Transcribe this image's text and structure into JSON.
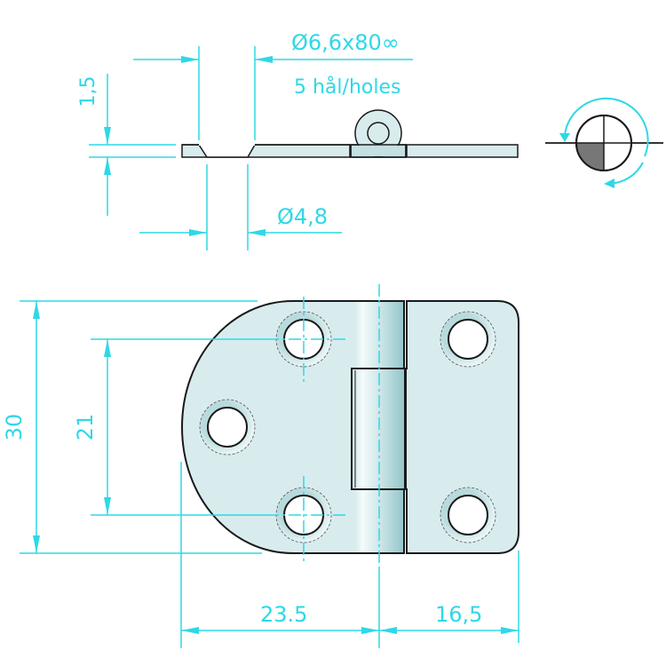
{
  "colors": {
    "dimension": "#2ed8e6",
    "outline": "#1a1a1a",
    "metal": "#d8ecee",
    "metal_dark": "#9ccbcf",
    "hole": "#ffffff",
    "quadrant_fill": "#777777"
  },
  "side_view": {
    "countersink_label": "Ø6,6x80∞",
    "holes_label": "5 hål/holes",
    "hole_diameter_label": "Ø4,8",
    "thickness_label": "1,5"
  },
  "top_view": {
    "height_label": "30",
    "hole_spacing_label": "21",
    "left_width_label": "23.5",
    "right_width_label": "16,5"
  },
  "projection_symbol": {
    "name": "rotation / projection symbol"
  }
}
